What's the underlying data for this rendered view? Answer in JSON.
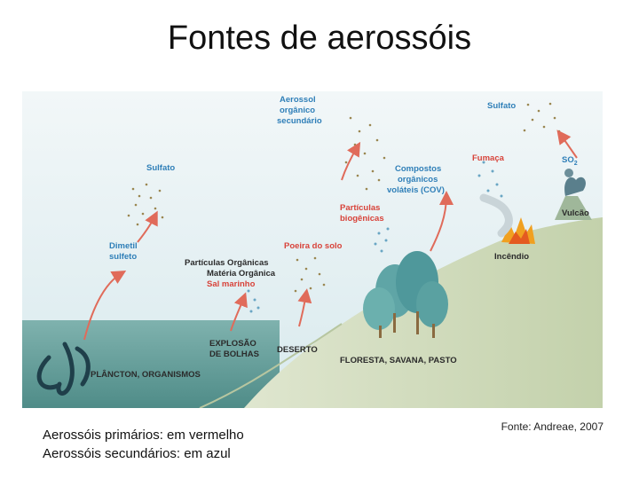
{
  "slide": {
    "title": "Fontes de aerossóis",
    "caption_line1": "Aerossóis primários: em vermelho",
    "caption_line2": "Aerossóis secundários: em azul",
    "source": "Fonte: Andreae, 2007"
  },
  "diagram": {
    "labels": {
      "aerosol_secondary_1": "Aerossol",
      "aerosol_secondary_2": "orgânico",
      "aerosol_secondary_3": "secundário",
      "sulfate_right": "Sulfato",
      "sulfate_left": "Sulfato",
      "smoke": "Fumaça",
      "so2": "SO",
      "so2_sub": "2",
      "voc_1": "Compostos",
      "voc_2": "orgânicos",
      "voc_3": "voláteis (COV)",
      "biogenic_1": "Partículas",
      "biogenic_2": "biogênicas",
      "volcano": "Vulcão",
      "dms_1": "Dimetil",
      "dms_2": "sulfeto",
      "soil_dust": "Poeira do solo",
      "organic_particles": "Partículas Orgânicas",
      "organic_matter": "Matéria Orgânica",
      "sea_salt": "Sal marinho",
      "fire": "Incêndio",
      "bubble_1": "EXPLOSÃO",
      "bubble_2": "DE BOLHAS",
      "desert": "DESERTO",
      "forest": "FLORESTA, SAVANA, PASTO",
      "plankton": "PLÂNCTON, ORGANISMOS"
    },
    "colors": {
      "primary_label": "#d8433a",
      "secondary_label": "#2f7fb8",
      "sky": "#e6f0f2",
      "ocean": "#5e9c98",
      "land": "#cdd8ba",
      "particles": "#9a8650",
      "arrows": "#e06b5a"
    }
  }
}
